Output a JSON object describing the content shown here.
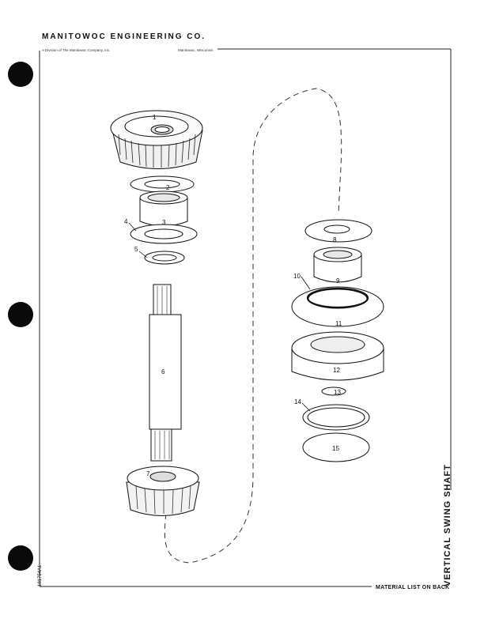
{
  "header": {
    "company": "MANITOWOC ENGINEERING CO.",
    "division": "A Division of The Manitowoc Company, Inc.",
    "location": "Manitowoc, Wisconsin"
  },
  "title": "VERTICAL SWING SHAFT",
  "footer": "MATERIAL LIST ON BACK",
  "code": "181754A1",
  "part_numbers": [
    "1",
    "2",
    "3",
    "4",
    "5",
    "6",
    "7",
    "8",
    "9",
    "10",
    "11",
    "12",
    "13",
    "14",
    "15"
  ]
}
